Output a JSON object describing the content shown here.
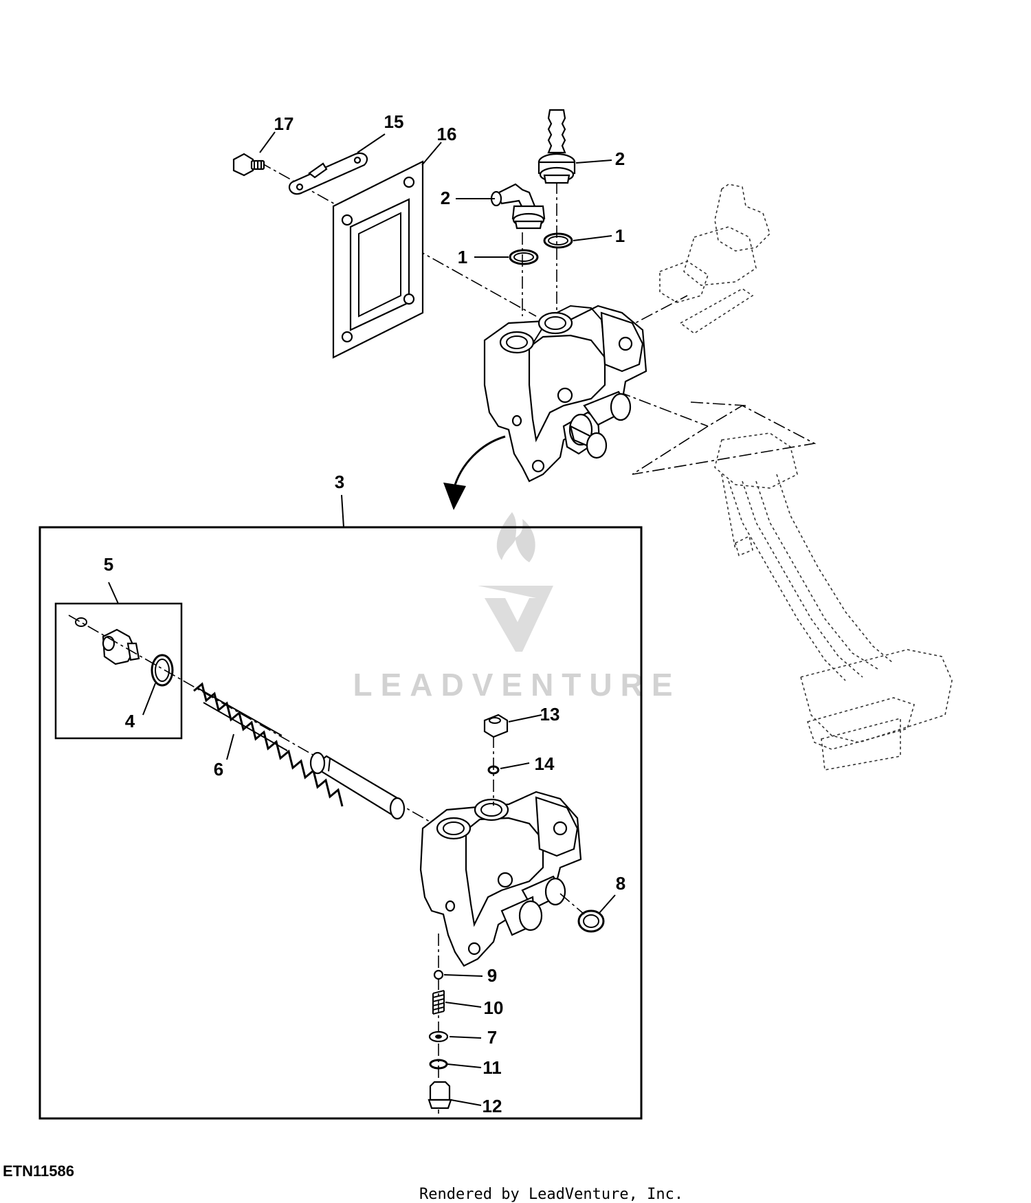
{
  "callouts": {
    "c1a": "1",
    "c1b": "1",
    "c2a": "2",
    "c2b": "2",
    "c3": "3",
    "c4": "4",
    "c5": "5",
    "c6": "6",
    "c7": "7",
    "c8": "8",
    "c9": "9",
    "c10": "10",
    "c11": "11",
    "c12": "12",
    "c13": "13",
    "c14": "14",
    "c15": "15",
    "c16": "16",
    "c17": "17"
  },
  "watermark": {
    "text": "LEADVENTURE",
    "color": "#d2d2d2"
  },
  "footer": {
    "figure_id": "ETN11586",
    "credit": "Rendered by LeadVenture, Inc."
  }
}
